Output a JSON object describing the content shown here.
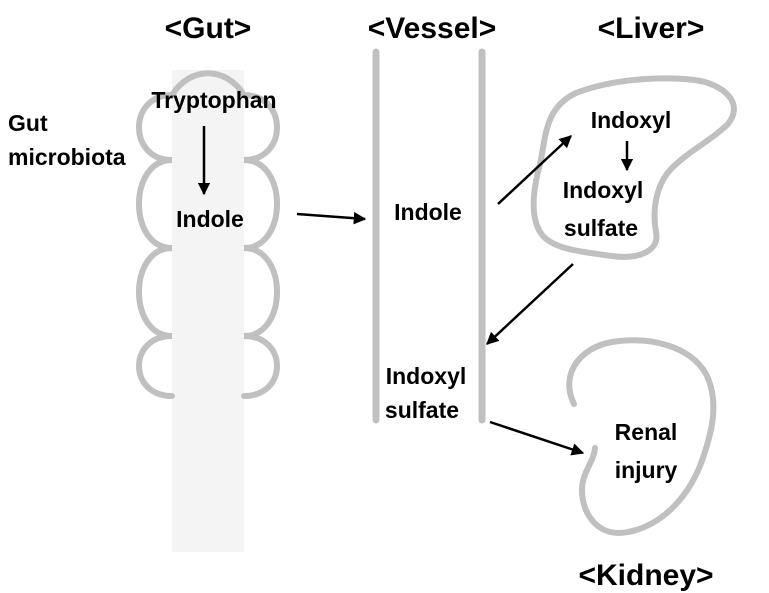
{
  "headers": {
    "gut": "<Gut>",
    "vessel": "<Vessel>",
    "liver": "<Liver>",
    "kidney": "<Kidney>"
  },
  "gut": {
    "microbiota_line1": "Gut",
    "microbiota_line2": "microbiota",
    "tryptophan": "Tryptophan",
    "indole": "Indole"
  },
  "vessel": {
    "indole": "Indole",
    "indoxyl_sulfate_line1": "Indoxyl",
    "indoxyl_sulfate_line2": "sulfate"
  },
  "liver": {
    "indoxyl": "Indoxyl",
    "indoxyl_sulfate_line1": "Indoxyl",
    "indoxyl_sulfate_line2": "sulfate"
  },
  "kidney": {
    "renal_injury_line1": "Renal",
    "renal_injury_line2": "injury"
  },
  "colors": {
    "outline": "#c0c0c0",
    "gut_fill": "#f4f4f4",
    "arrow": "#000000"
  }
}
